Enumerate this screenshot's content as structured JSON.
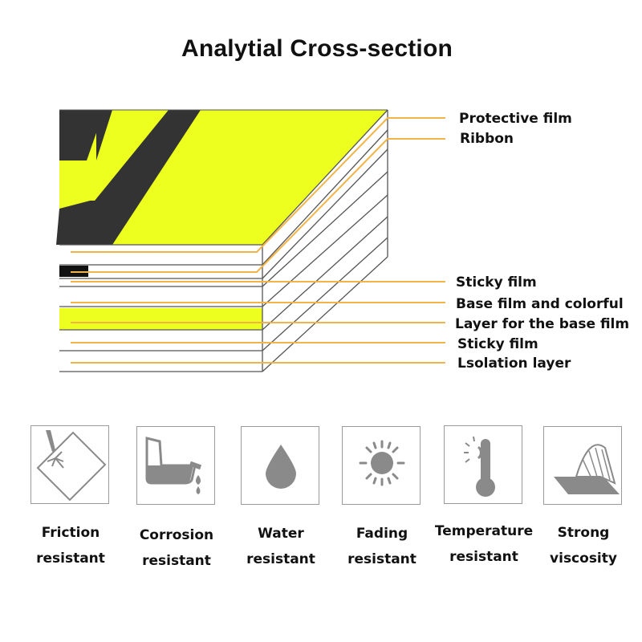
{
  "title": "Analytial Cross-section",
  "layers": [
    "Protective film",
    "Ribbon",
    "Sticky film",
    "Base film and colorful",
    "Layer for the base film",
    "Sticky film",
    "Lsolation layer"
  ],
  "features": [
    {
      "icon": "scratch-icon",
      "line1": "Friction",
      "line2": "resistant"
    },
    {
      "icon": "flask-icon",
      "line1": "Corrosion",
      "line2": "resistant"
    },
    {
      "icon": "water-drop-icon",
      "line1": "Water",
      "line2": "resistant"
    },
    {
      "icon": "sun-icon",
      "line1": "Fading",
      "line2": "resistant"
    },
    {
      "icon": "thermometer-icon",
      "line1": "Temperature",
      "line2": "resistant"
    },
    {
      "icon": "peel-icon",
      "line1": "Strong",
      "line2": "viscosity"
    }
  ],
  "colors": {
    "yellow": "#ecff1f",
    "leader": "#f2b347",
    "dark": "#333333",
    "icon_gray": "#8a8a8a"
  }
}
